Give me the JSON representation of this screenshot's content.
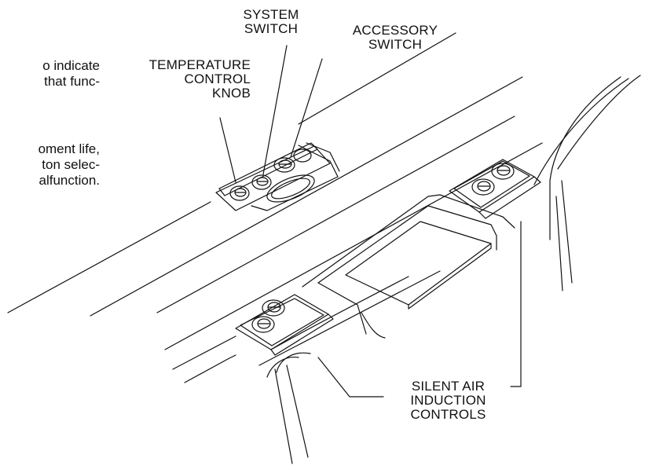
{
  "paragraphs": [
    {
      "lines": [
        "o indicate",
        "that func-"
      ]
    },
    {
      "lines": [
        "oment life,",
        "ton selec-",
        "alfunction."
      ]
    }
  ],
  "callouts": {
    "system_switch": [
      "SYSTEM",
      "SWITCH"
    ],
    "accessory_switch": [
      "ACCESSORY",
      "SWITCH"
    ],
    "temperature_control_knob": [
      "TEMPERATURE",
      "CONTROL",
      "KNOB"
    ],
    "silent_air_induction_controls": [
      "SILENT AIR",
      "INDUCTION",
      "CONTROLS"
    ]
  }
}
